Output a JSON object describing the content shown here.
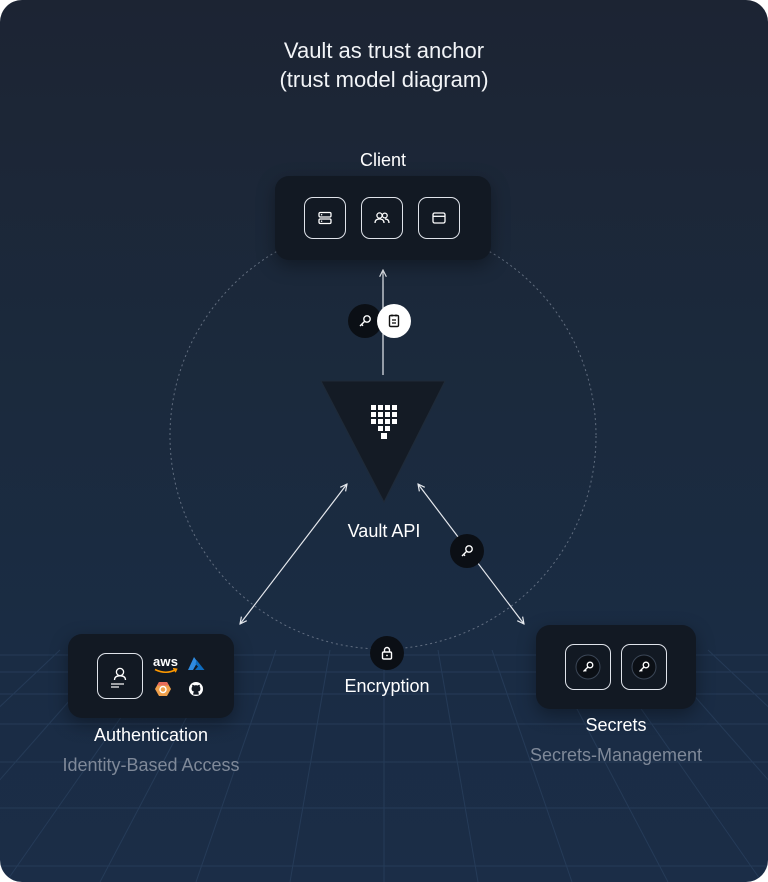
{
  "title": {
    "line1": "Vault as trust anchor",
    "line2": "(trust model diagram)"
  },
  "nodes": {
    "client": {
      "label": "Client",
      "icons": [
        "server-icon",
        "users-icon",
        "browser-window-icon"
      ]
    },
    "vault": {
      "label": "Vault API",
      "icon": "vault-logo-icon"
    },
    "authentication": {
      "label": "Authentication",
      "sublabel": "Identity-Based Access",
      "icons": [
        "user-id-card-icon",
        "aws-logo-icon",
        "azure-logo-icon",
        "gcp-logo-icon",
        "github-logo-icon"
      ],
      "aws_text": "aws"
    },
    "secrets": {
      "label": "Secrets",
      "sublabel": "Secrets-Management",
      "icons": [
        "secret-key-icon",
        "secret-key-icon"
      ]
    },
    "encryption": {
      "label": "Encryption",
      "icon": "lock-icon"
    }
  },
  "edge_badges": [
    "key-icon",
    "token-document-icon",
    "key-icon"
  ],
  "colors": {
    "background": "#1c2737",
    "panel": "#121923",
    "text": "#ffffff",
    "subtext": "#7f8999",
    "vault_triangle": "#141b25"
  }
}
